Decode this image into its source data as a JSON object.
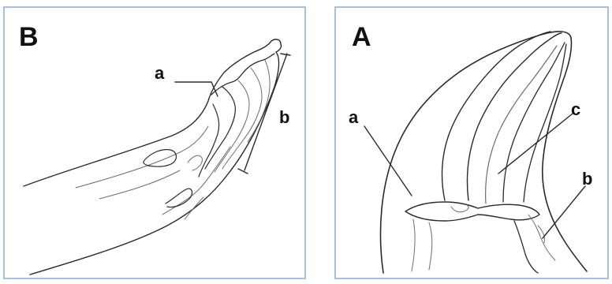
{
  "panels": {
    "b": {
      "letter": "B",
      "labels": {
        "a": "a",
        "b": "b"
      }
    },
    "a": {
      "letter": "A",
      "labels": {
        "a": "a",
        "b": "b",
        "c": "c"
      }
    }
  },
  "colors": {
    "border": "#a9c0dc",
    "ink": "#2a2a2a",
    "ink_soft": "#6d6d6d",
    "background": "#ffffff"
  }
}
